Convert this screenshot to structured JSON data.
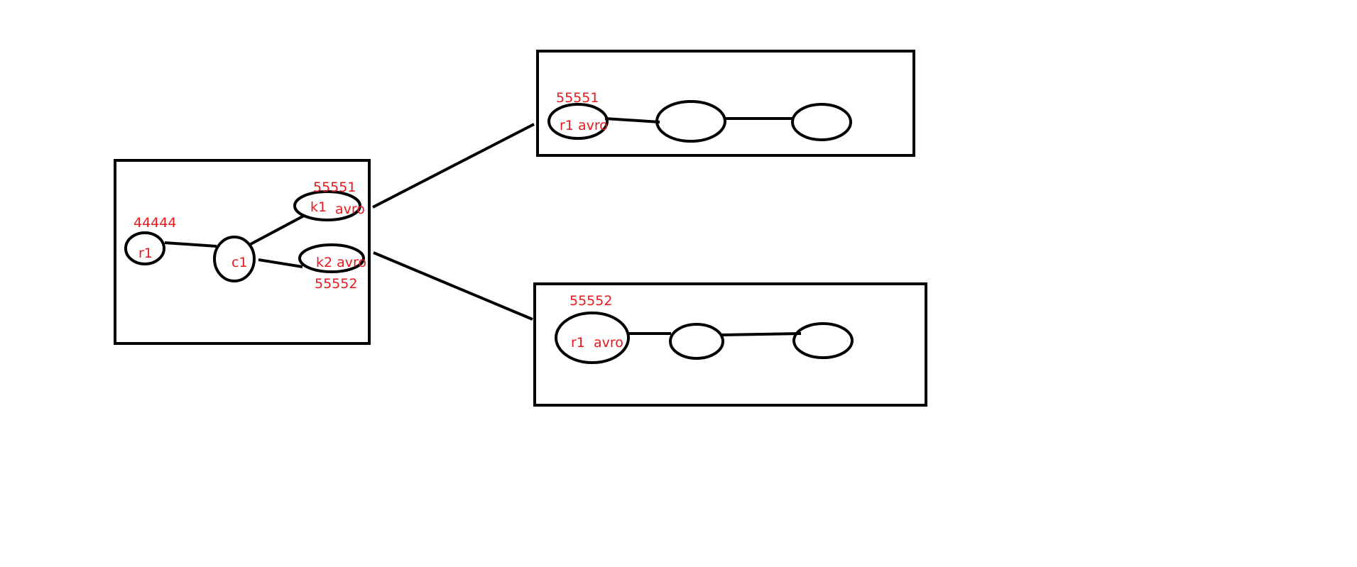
{
  "colors": {
    "stroke": "#000000",
    "label": "#e8191e",
    "background": "#ffffff"
  },
  "left_box": {
    "r1": {
      "port": "44444",
      "name": "r1"
    },
    "c1": {
      "name": "c1"
    },
    "k1": {
      "port": "55551",
      "name": "k1",
      "type": "avro"
    },
    "k2": {
      "port": "55552",
      "name": "k2 avro"
    }
  },
  "top_box": {
    "source": {
      "port": "55551",
      "name": "r1 avro"
    }
  },
  "bottom_box": {
    "source": {
      "port": "55552",
      "name": "r1  avro"
    }
  }
}
